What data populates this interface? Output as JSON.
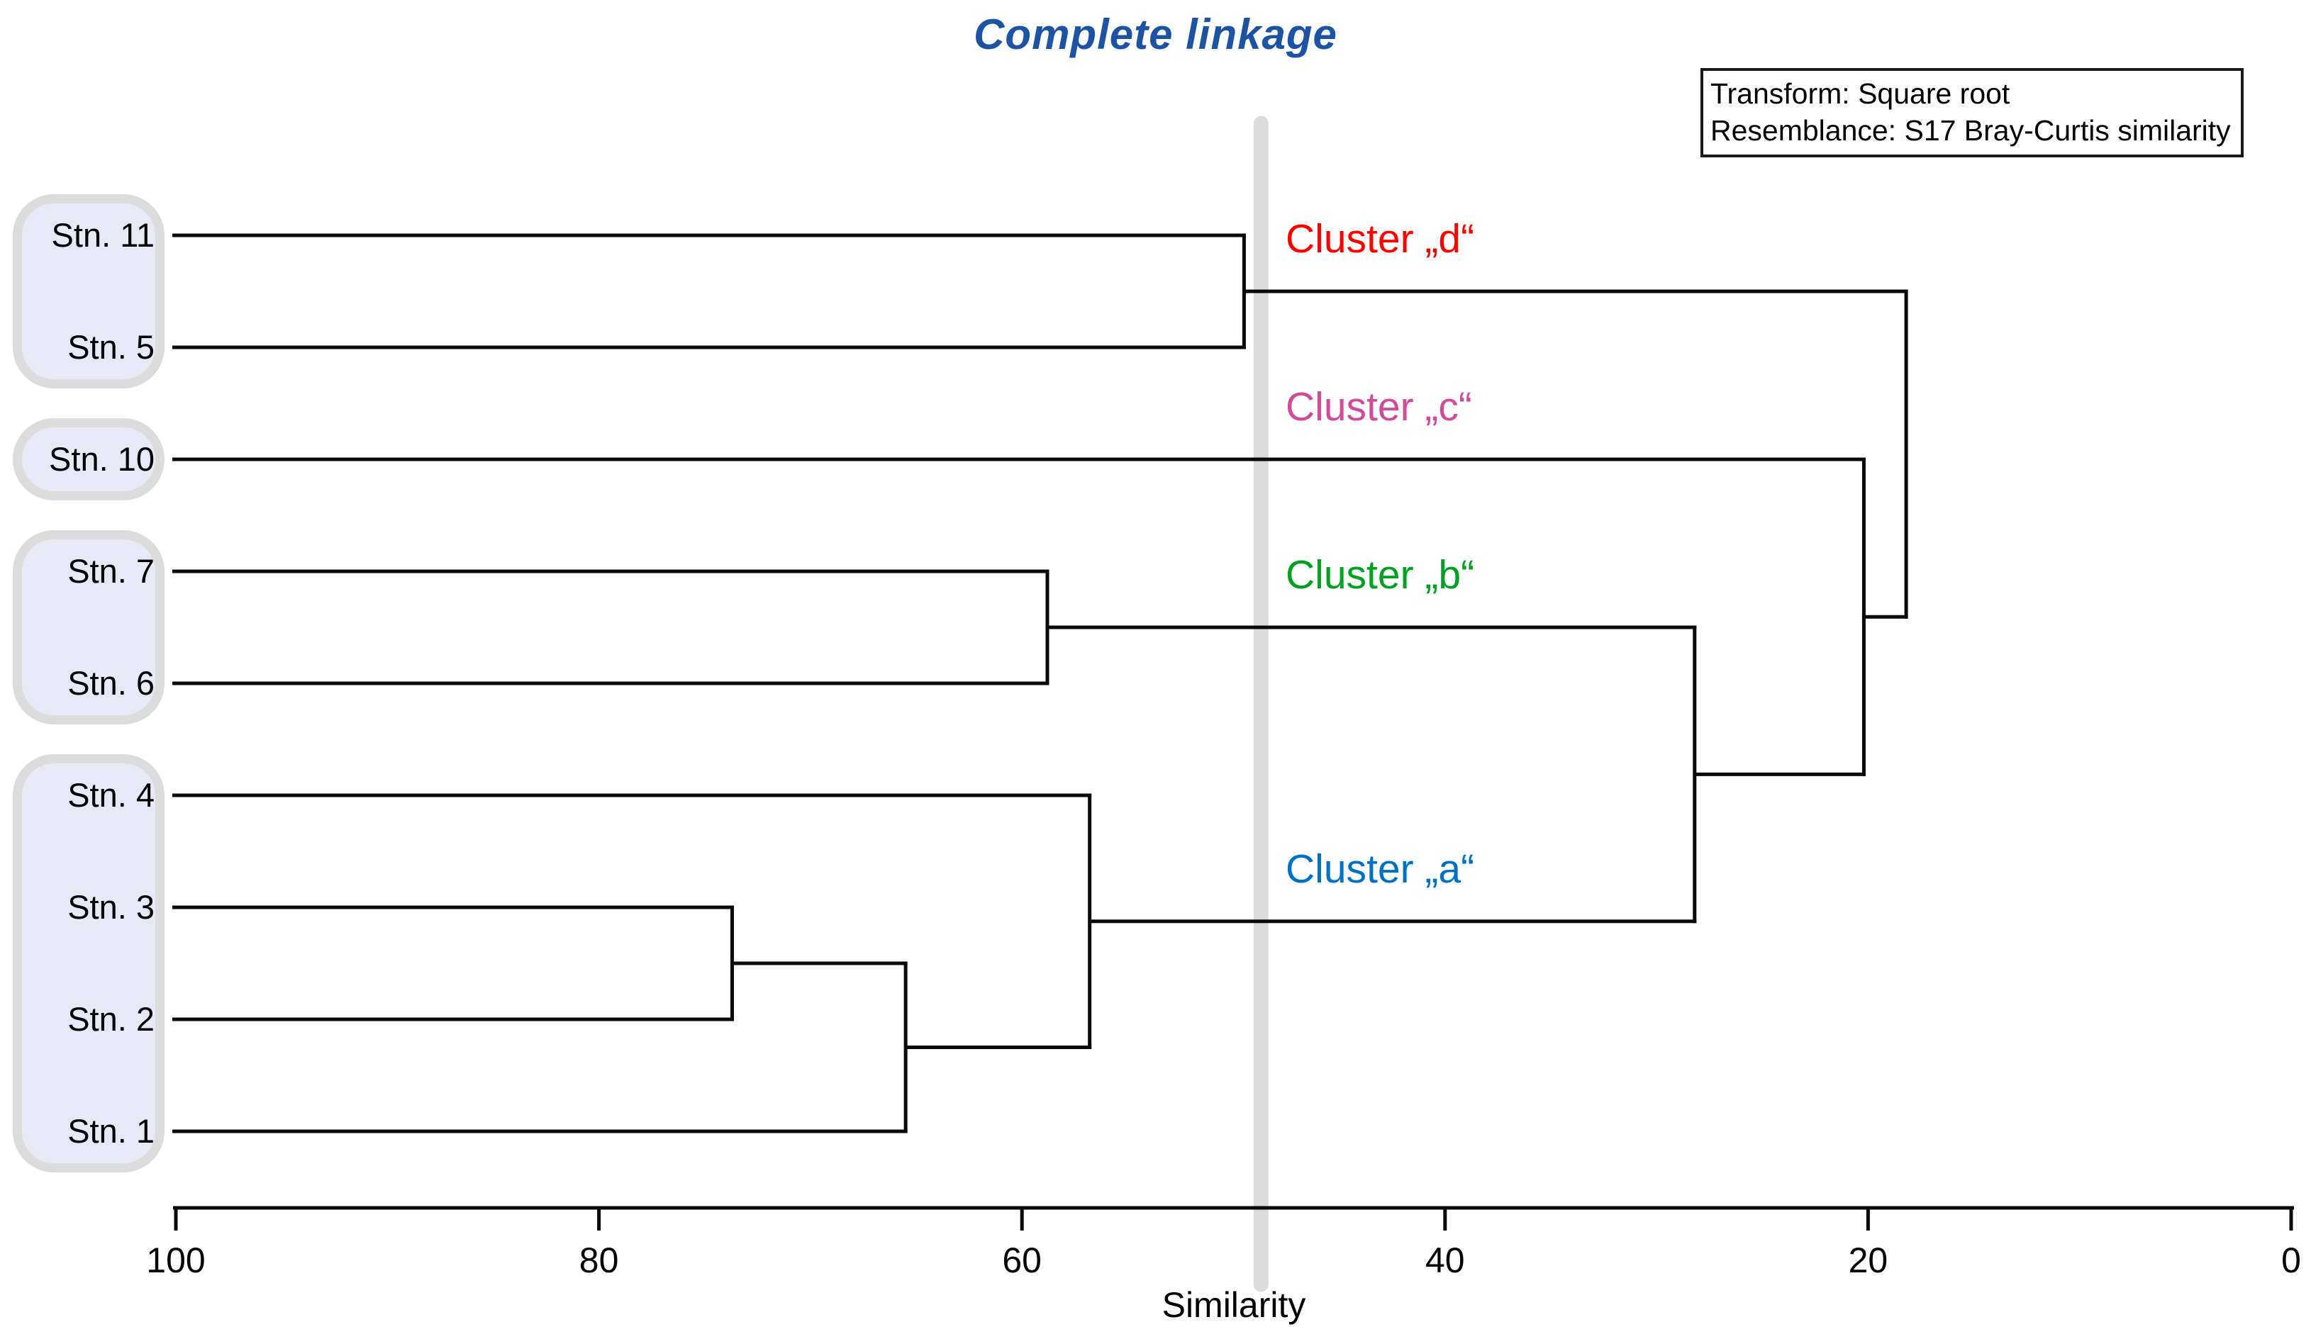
{
  "title": {
    "text": "Complete linkage",
    "color": "#1c53a5"
  },
  "info_box": {
    "lines": [
      "Transform: Square root",
      "Resemblance: S17 Bray-Curtis similarity"
    ]
  },
  "axis": {
    "title": "Similarity",
    "ticks": [
      100,
      80,
      60,
      40,
      20,
      0
    ],
    "range": [
      100,
      0
    ]
  },
  "chart_data": {
    "type": "dendrogram",
    "orientation": "horizontal",
    "linkage": "complete",
    "xlabel": "Similarity",
    "xlim": [
      100,
      0
    ],
    "leaves": [
      "Stn. 11",
      "Stn. 5",
      "Stn. 10",
      "Stn. 7",
      "Stn. 6",
      "Stn. 4",
      "Stn. 3",
      "Stn. 2",
      "Stn. 1"
    ],
    "leaf_groups": [
      [
        "Stn. 11",
        "Stn. 5"
      ],
      [
        "Stn. 10"
      ],
      [
        "Stn. 7",
        "Stn. 6"
      ],
      [
        "Stn. 4",
        "Stn. 3",
        "Stn. 2",
        "Stn. 1"
      ]
    ],
    "merges": [
      {
        "id": "m_32",
        "a": "Stn. 3",
        "b": "Stn. 2",
        "similarity": 73.7
      },
      {
        "id": "m_321",
        "a": "m_32",
        "b": "Stn. 1",
        "similarity": 65.5
      },
      {
        "id": "m_a",
        "a": "Stn. 4",
        "b": "m_321",
        "similarity": 56.8
      },
      {
        "id": "m_76",
        "a": "Stn. 7",
        "b": "Stn. 6",
        "similarity": 58.8
      },
      {
        "id": "m_ba",
        "a": "m_76",
        "b": "m_a",
        "similarity": 28.2
      },
      {
        "id": "m_cba",
        "a": "Stn. 10",
        "b": "m_ba",
        "similarity": 20.2
      },
      {
        "id": "m_d",
        "a": "Stn. 11",
        "b": "Stn. 5",
        "similarity": 49.5
      },
      {
        "id": "m_root",
        "a": "m_d",
        "b": "m_cba",
        "similarity": 18.2
      }
    ],
    "threshold_similarity": 48.7,
    "threshold_color": "#dcdcdc",
    "cluster_labels": [
      {
        "label": "Cluster „d“",
        "color": "#ff0000",
        "anchor": "m_d",
        "members": [
          "Stn. 11",
          "Stn. 5"
        ]
      },
      {
        "label": "Cluster „c“",
        "color": "#d44a9a",
        "anchor": "Stn. 10",
        "members": [
          "Stn. 10"
        ]
      },
      {
        "label": "Cluster „b“",
        "color": "#00a21f",
        "anchor": "m_76",
        "members": [
          "Stn. 7",
          "Stn. 6"
        ]
      },
      {
        "label": "Cluster „a“",
        "color": "#0071c5",
        "anchor": "m_a",
        "members": [
          "Stn. 4",
          "Stn. 3",
          "Stn. 2",
          "Stn. 1"
        ]
      }
    ]
  }
}
